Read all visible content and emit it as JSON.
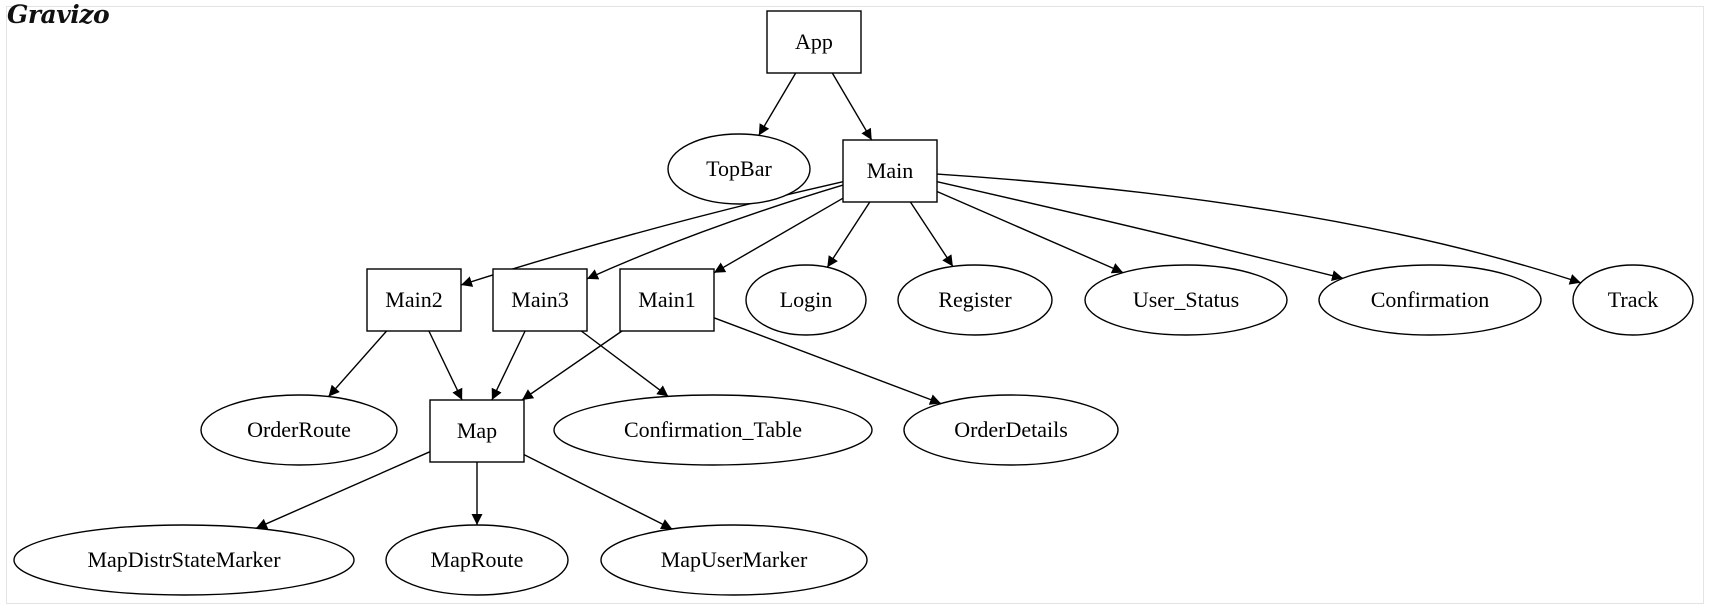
{
  "brand": "Gravizo",
  "colors": {
    "stroke": "#000000",
    "fill": "#ffffff",
    "text": "#000000"
  },
  "graph": {
    "nodes": [
      {
        "id": "App",
        "label": "App",
        "shape": "box"
      },
      {
        "id": "TopBar",
        "label": "TopBar",
        "shape": "ellipse"
      },
      {
        "id": "Main",
        "label": "Main",
        "shape": "box"
      },
      {
        "id": "Main2",
        "label": "Main2",
        "shape": "box"
      },
      {
        "id": "Main3",
        "label": "Main3",
        "shape": "box"
      },
      {
        "id": "Main1",
        "label": "Main1",
        "shape": "box"
      },
      {
        "id": "Login",
        "label": "Login",
        "shape": "ellipse"
      },
      {
        "id": "Register",
        "label": "Register",
        "shape": "ellipse"
      },
      {
        "id": "User_Status",
        "label": "User_Status",
        "shape": "ellipse"
      },
      {
        "id": "Confirmation",
        "label": "Confirmation",
        "shape": "ellipse"
      },
      {
        "id": "Track",
        "label": "Track",
        "shape": "ellipse"
      },
      {
        "id": "OrderRoute",
        "label": "OrderRoute",
        "shape": "ellipse"
      },
      {
        "id": "Map",
        "label": "Map",
        "shape": "box"
      },
      {
        "id": "Confirmation_Table",
        "label": "Confirmation_Table",
        "shape": "ellipse"
      },
      {
        "id": "OrderDetails",
        "label": "OrderDetails",
        "shape": "ellipse"
      },
      {
        "id": "MapDistrStateMarker",
        "label": "MapDistrStateMarker",
        "shape": "ellipse"
      },
      {
        "id": "MapRoute",
        "label": "MapRoute",
        "shape": "ellipse"
      },
      {
        "id": "MapUserMarker",
        "label": "MapUserMarker",
        "shape": "ellipse"
      }
    ],
    "edges": [
      {
        "from": "App",
        "to": "TopBar"
      },
      {
        "from": "App",
        "to": "Main"
      },
      {
        "from": "Main",
        "to": "Main2"
      },
      {
        "from": "Main",
        "to": "Main3"
      },
      {
        "from": "Main",
        "to": "Main1"
      },
      {
        "from": "Main",
        "to": "Login"
      },
      {
        "from": "Main",
        "to": "Register"
      },
      {
        "from": "Main",
        "to": "User_Status"
      },
      {
        "from": "Main",
        "to": "Confirmation"
      },
      {
        "from": "Main",
        "to": "Track"
      },
      {
        "from": "Main2",
        "to": "OrderRoute"
      },
      {
        "from": "Main2",
        "to": "Map"
      },
      {
        "from": "Main3",
        "to": "Map"
      },
      {
        "from": "Main3",
        "to": "Confirmation_Table"
      },
      {
        "from": "Main1",
        "to": "Map"
      },
      {
        "from": "Main1",
        "to": "OrderDetails"
      },
      {
        "from": "Map",
        "to": "MapDistrStateMarker"
      },
      {
        "from": "Map",
        "to": "MapRoute"
      },
      {
        "from": "Map",
        "to": "MapUserMarker"
      }
    ]
  }
}
